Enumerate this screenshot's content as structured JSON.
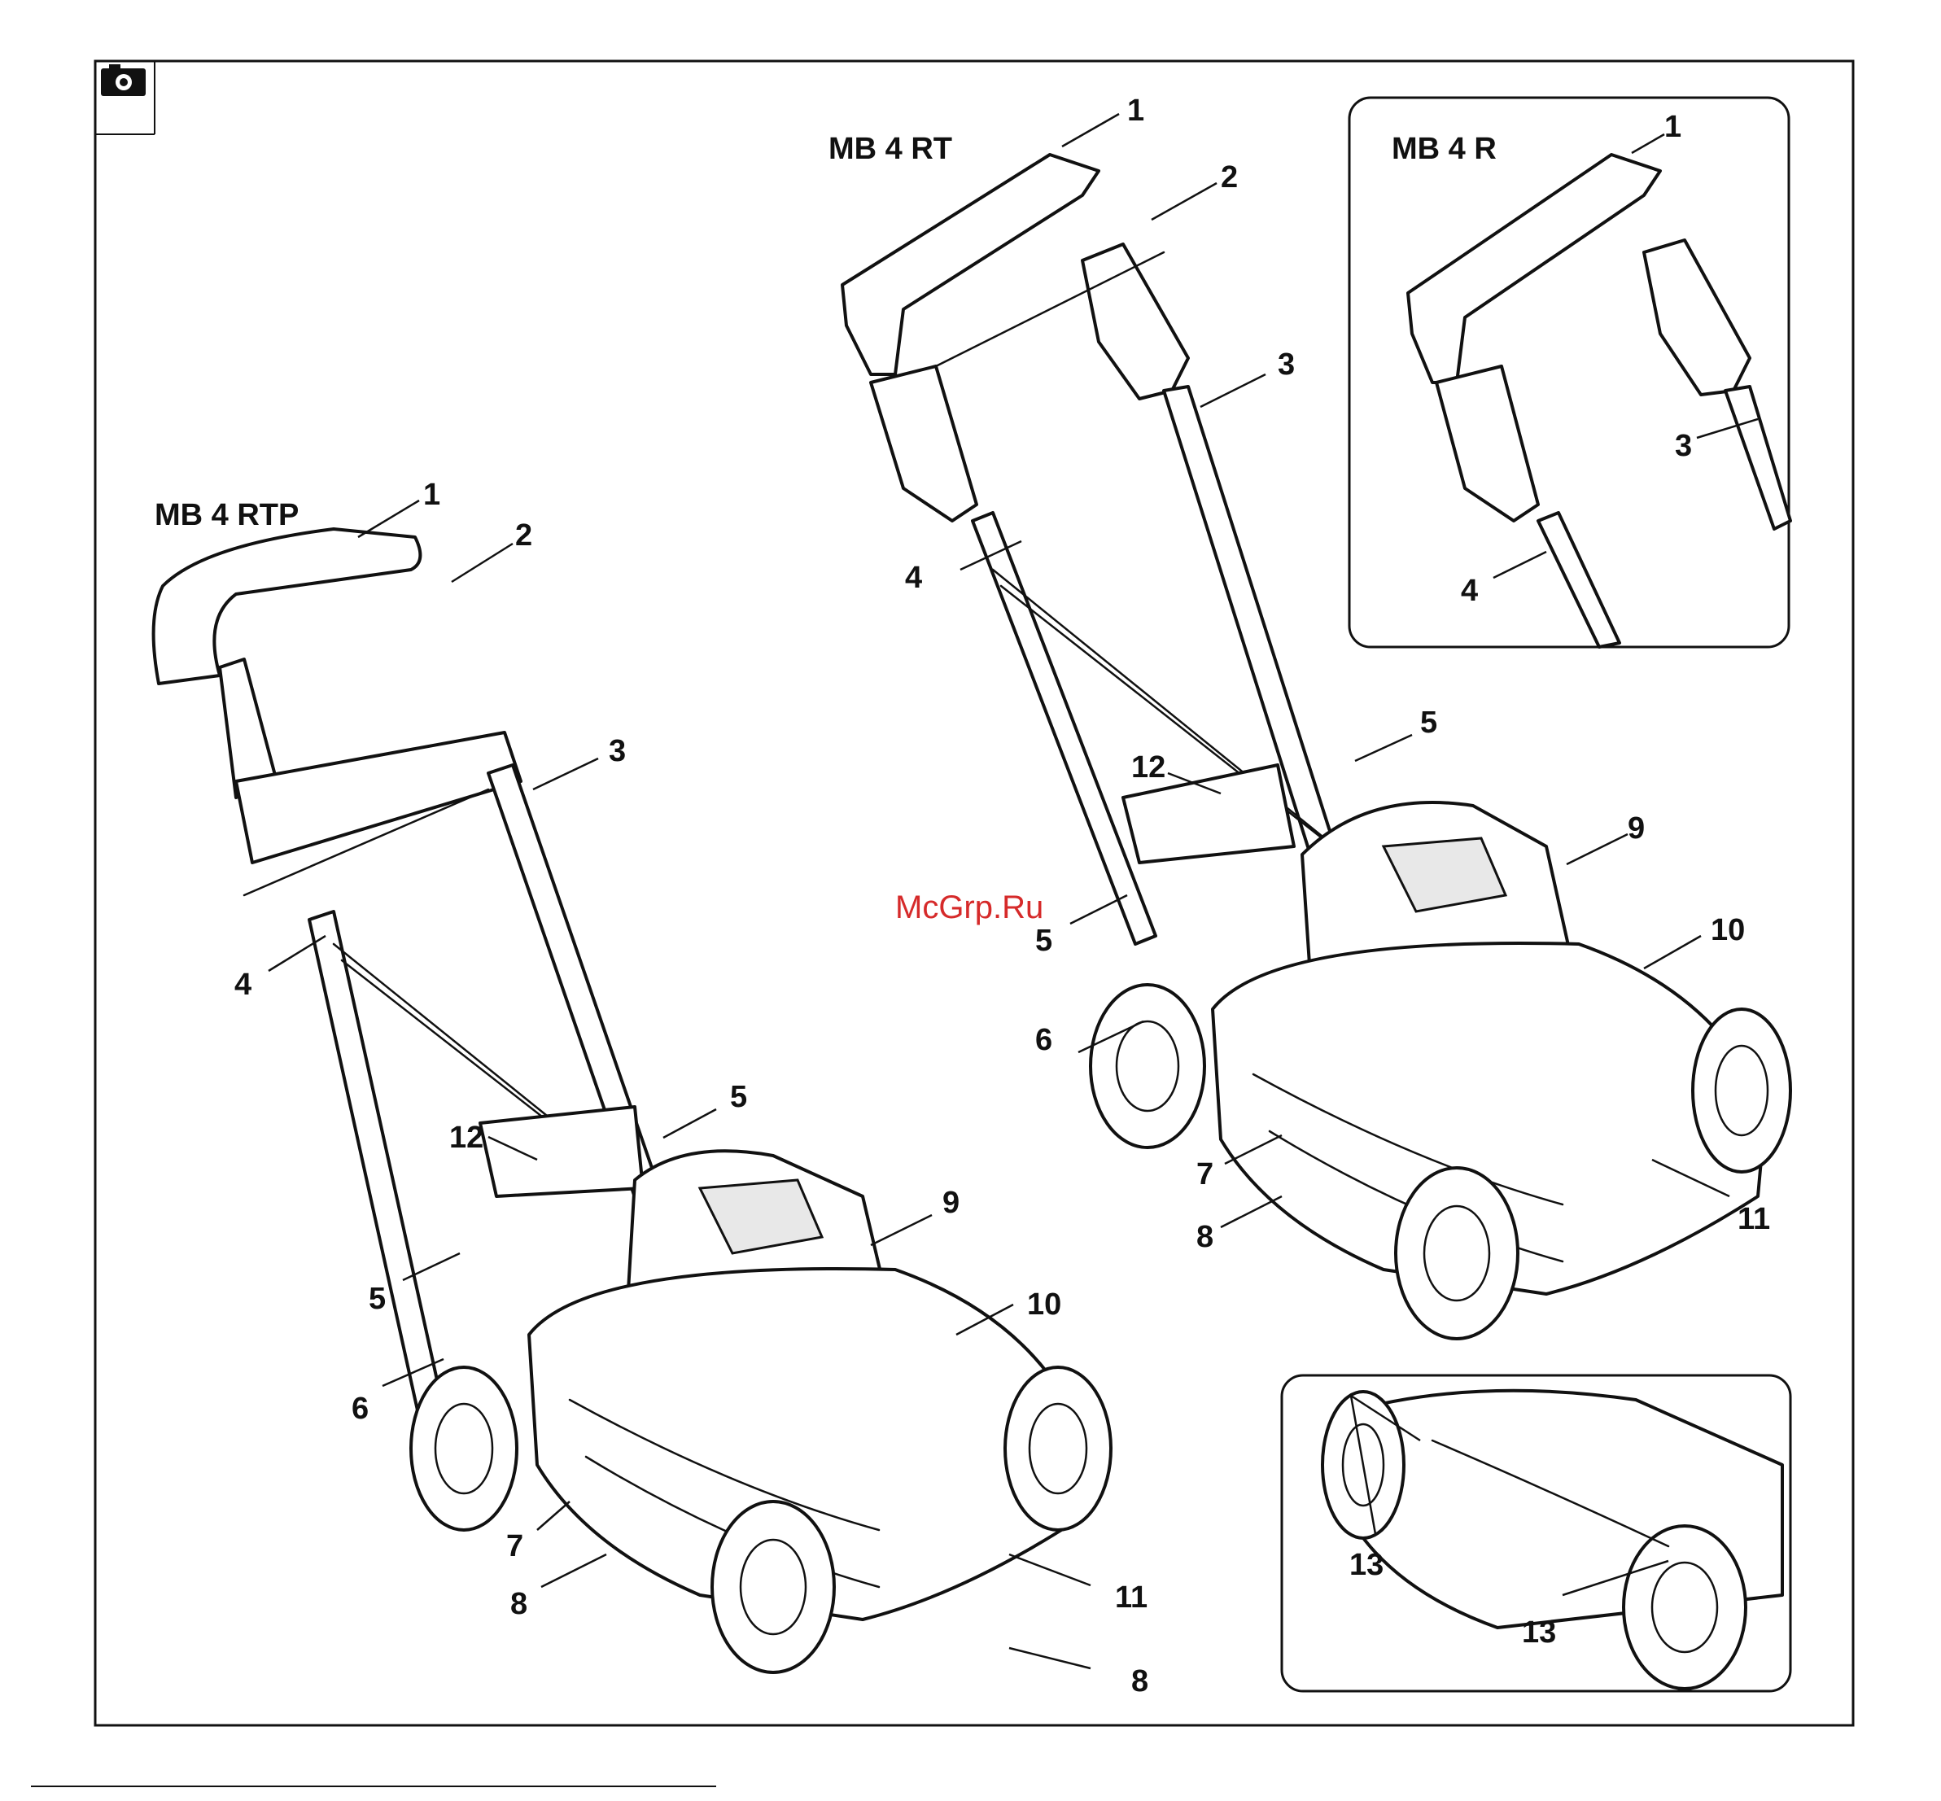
{
  "models": {
    "rtp": "MB 4 RTP",
    "rt": "MB 4 RT",
    "r": "MB 4 R"
  },
  "watermark": "McGrp.Ru",
  "icons": {
    "corner": "camera-icon"
  },
  "callouts_rtp": [
    "1",
    "2",
    "3",
    "4",
    "5",
    "12",
    "5",
    "6",
    "9",
    "10",
    "7",
    "8",
    "11",
    "8"
  ],
  "callouts_rt": [
    "1",
    "2",
    "3",
    "4",
    "5",
    "12",
    "5",
    "9",
    "10",
    "6",
    "7",
    "8",
    "11"
  ],
  "callouts_r": [
    "1",
    "3",
    "4"
  ],
  "callouts_detail": [
    "13",
    "13"
  ]
}
